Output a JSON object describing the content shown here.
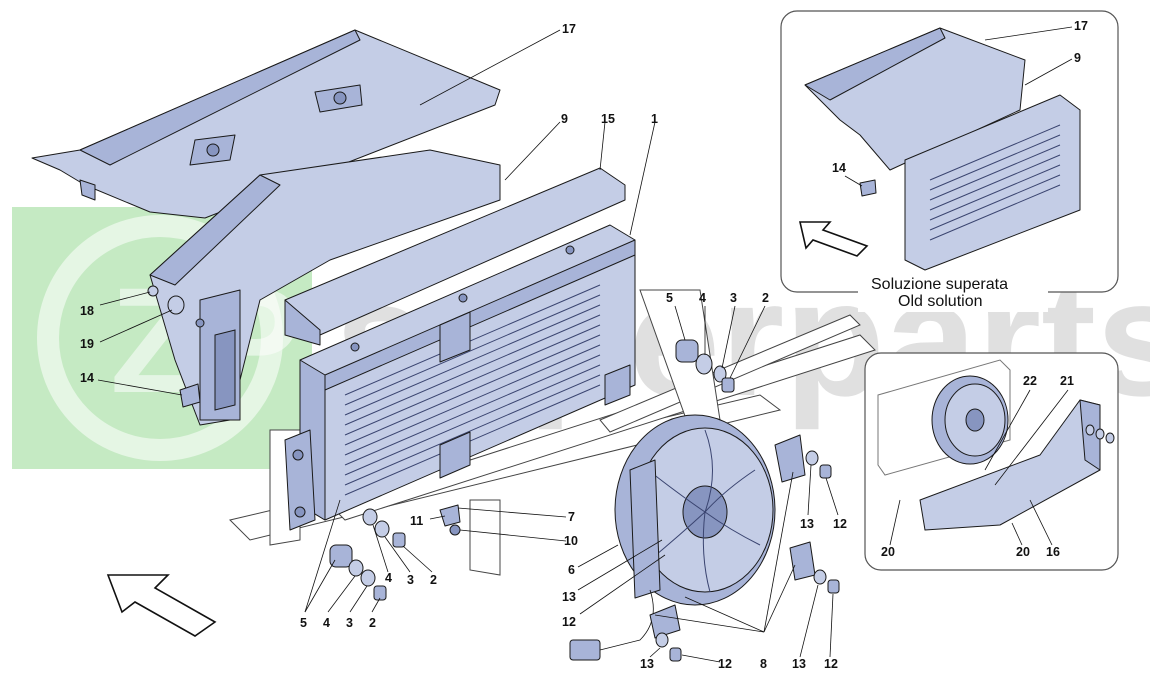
{
  "watermark": {
    "logo": "ZP",
    "text": "superparts",
    "colors": {
      "logo_green": "#7fd07a",
      "text_gray": "#c8c8c8"
    }
  },
  "colors": {
    "part_fill": "#a8b4d8",
    "part_light": "#c4cde6",
    "line": "#1a1a1a"
  },
  "insets": {
    "old_solution": {
      "caption_it": "Soluzione superata",
      "caption_en": "Old solution",
      "labels": [
        "17",
        "9",
        "14"
      ]
    },
    "alternate": {
      "labels": [
        "22",
        "21",
        "20",
        "20",
        "16"
      ]
    }
  },
  "labels": {
    "l17": "17",
    "l9": "9",
    "l15": "15",
    "l1": "1",
    "l18": "18",
    "l19": "19",
    "l14": "14",
    "l5a": "5",
    "l4a": "4",
    "l3a": "3",
    "l2a": "2",
    "l11": "11",
    "l7": "7",
    "l10": "10",
    "l4b": "4",
    "l3b": "3",
    "l2b": "2",
    "l5c": "5",
    "l4c": "4",
    "l3c": "3",
    "l2c": "2",
    "l6": "6",
    "l13a": "13",
    "l12a": "12",
    "l13b": "13",
    "l12b": "12",
    "l8": "8",
    "l13c": "13",
    "l12c": "12",
    "l13d": "13",
    "l12d": "12"
  },
  "direction_arrow": "front-direction-arrow"
}
